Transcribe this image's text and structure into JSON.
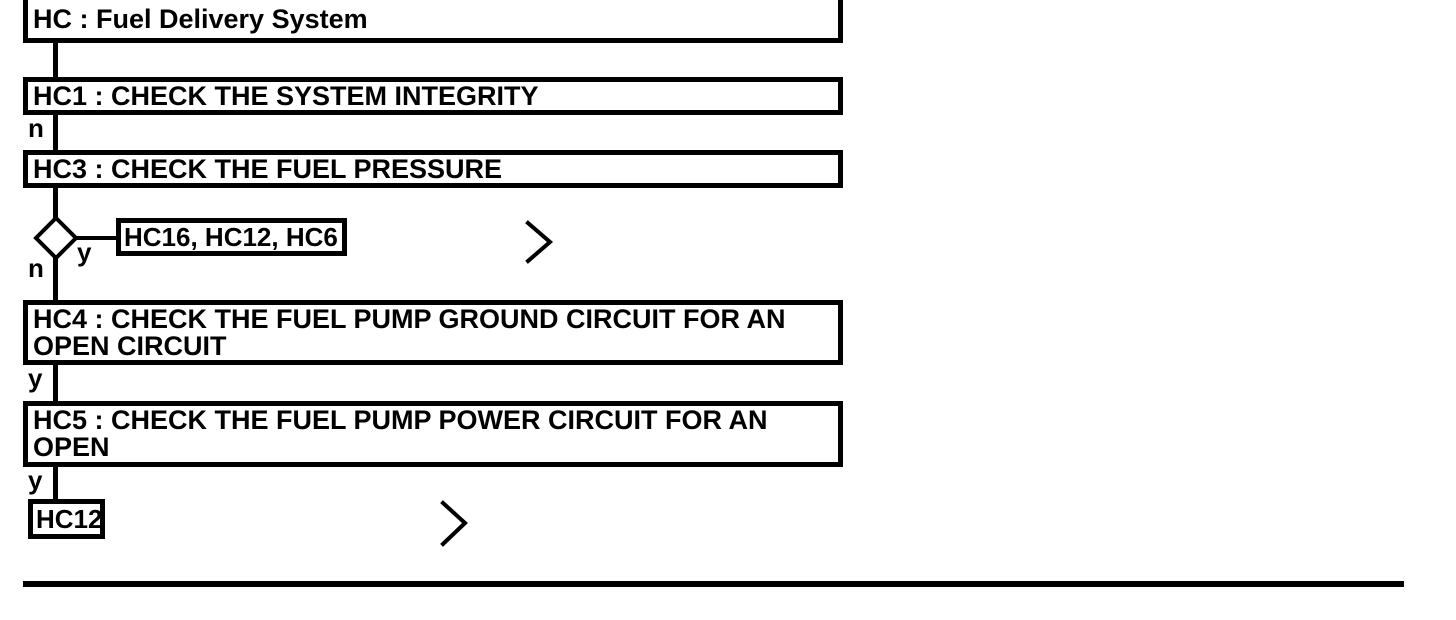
{
  "colors": {
    "ink": "#000000",
    "paper": "#ffffff"
  },
  "flowchart": {
    "root": {
      "label": "HC : Fuel Delivery System"
    },
    "hc1": {
      "label": "HC1 : CHECK THE SYSTEM INTEGRITY",
      "exit_label": "n"
    },
    "hc3": {
      "label": "HC3 : CHECK THE FUEL PRESSURE"
    },
    "decision": {
      "yes_label": "y",
      "no_label": "n"
    },
    "refs": {
      "label": "HC16, HC12, HC6"
    },
    "hc4": {
      "lines": [
        "HC4 : CHECK THE FUEL PUMP GROUND CIRCUIT FOR AN",
        "OPEN CIRCUIT"
      ],
      "exit_label": "y"
    },
    "hc5": {
      "lines": [
        "HC5 : CHECK THE FUEL PUMP POWER CIRCUIT FOR AN",
        "OPEN"
      ],
      "exit_label": "y"
    },
    "hc12": {
      "label": "HC12"
    },
    "icons": {
      "continue_chevron": ">"
    }
  }
}
